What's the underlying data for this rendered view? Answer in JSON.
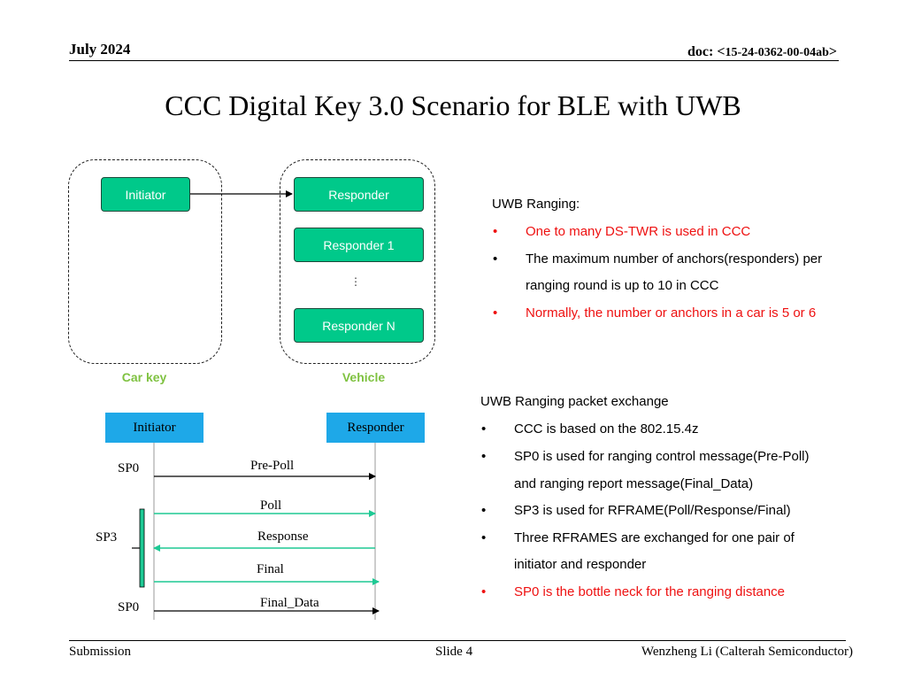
{
  "header": {
    "date": "July 2024",
    "doc_prefix": "doc: <",
    "doc_number": "15-24-0362-00-04ab",
    "doc_suffix": ">"
  },
  "title": "CCC Digital Key 3.0 Scenario for BLE with UWB",
  "diagram": {
    "car_key": {
      "label": "Car key",
      "node": "Initiator"
    },
    "vehicle": {
      "label": "Vehicle",
      "nodes": [
        "Responder",
        "Responder 1",
        "Responder N"
      ],
      "ellipsis": "⋮"
    }
  },
  "sequence": {
    "initiator": "Initiator",
    "responder": "Responder",
    "messages": [
      {
        "label": "Pre-Poll",
        "phase": "SP0",
        "direction": "initiator-to-responder",
        "color": "#000000"
      },
      {
        "label": "Poll",
        "phase": "SP3",
        "direction": "initiator-to-responder",
        "color": "#1ec994"
      },
      {
        "label": "Response",
        "phase": "SP3",
        "direction": "responder-to-initiator",
        "color": "#1ec994"
      },
      {
        "label": "Final",
        "phase": "SP3",
        "direction": "initiator-to-responder",
        "color": "#1ec994"
      },
      {
        "label": "Final_Data",
        "phase": "SP0",
        "direction": "initiator-to-responder",
        "color": "#000000"
      }
    ],
    "phase_labels": {
      "sp0_top": "SP0",
      "sp3": "SP3",
      "sp0_bottom": "SP0"
    }
  },
  "uwb_ranging": {
    "heading": "UWB Ranging:",
    "bullet": "•",
    "items": [
      {
        "text": "One to many DS-TWR is used in CCC",
        "highlight": true
      },
      {
        "text": "The maximum number of anchors(responders) per",
        "highlight": false
      },
      {
        "text": "ranging round is up to 10 in CCC",
        "continuation": true
      },
      {
        "text": "Normally, the number or anchors in a car is 5 or 6",
        "highlight": true
      }
    ]
  },
  "packet_exchange": {
    "heading": "UWB Ranging packet exchange",
    "bullet": "•",
    "items": [
      {
        "text": "CCC is based on the 802.15.4z",
        "highlight": false
      },
      {
        "text": "SP0 is used for ranging control message(Pre-Poll)",
        "highlight": false
      },
      {
        "text": "and ranging report message(Final_Data)",
        "continuation": true
      },
      {
        "text": "SP3 is used for RFRAME(Poll/Response/Final)",
        "highlight": false
      },
      {
        "text": "Three RFRAMES are exchanged for one pair of",
        "highlight": false
      },
      {
        "text": "initiator and responder",
        "continuation": true
      },
      {
        "text": "SP0 is the bottle neck for the ranging distance",
        "highlight": true
      }
    ]
  },
  "footer": {
    "left": "Submission",
    "center": "Slide 4",
    "right": "Wenzheng Li (Calterah Semiconductor)"
  },
  "colors": {
    "node_fill": "#00c98a",
    "group_label": "#7fc241",
    "seq_head": "#1ea8e8",
    "highlight_text": "#ee1111",
    "sp3_bracket": "#1ec994"
  }
}
